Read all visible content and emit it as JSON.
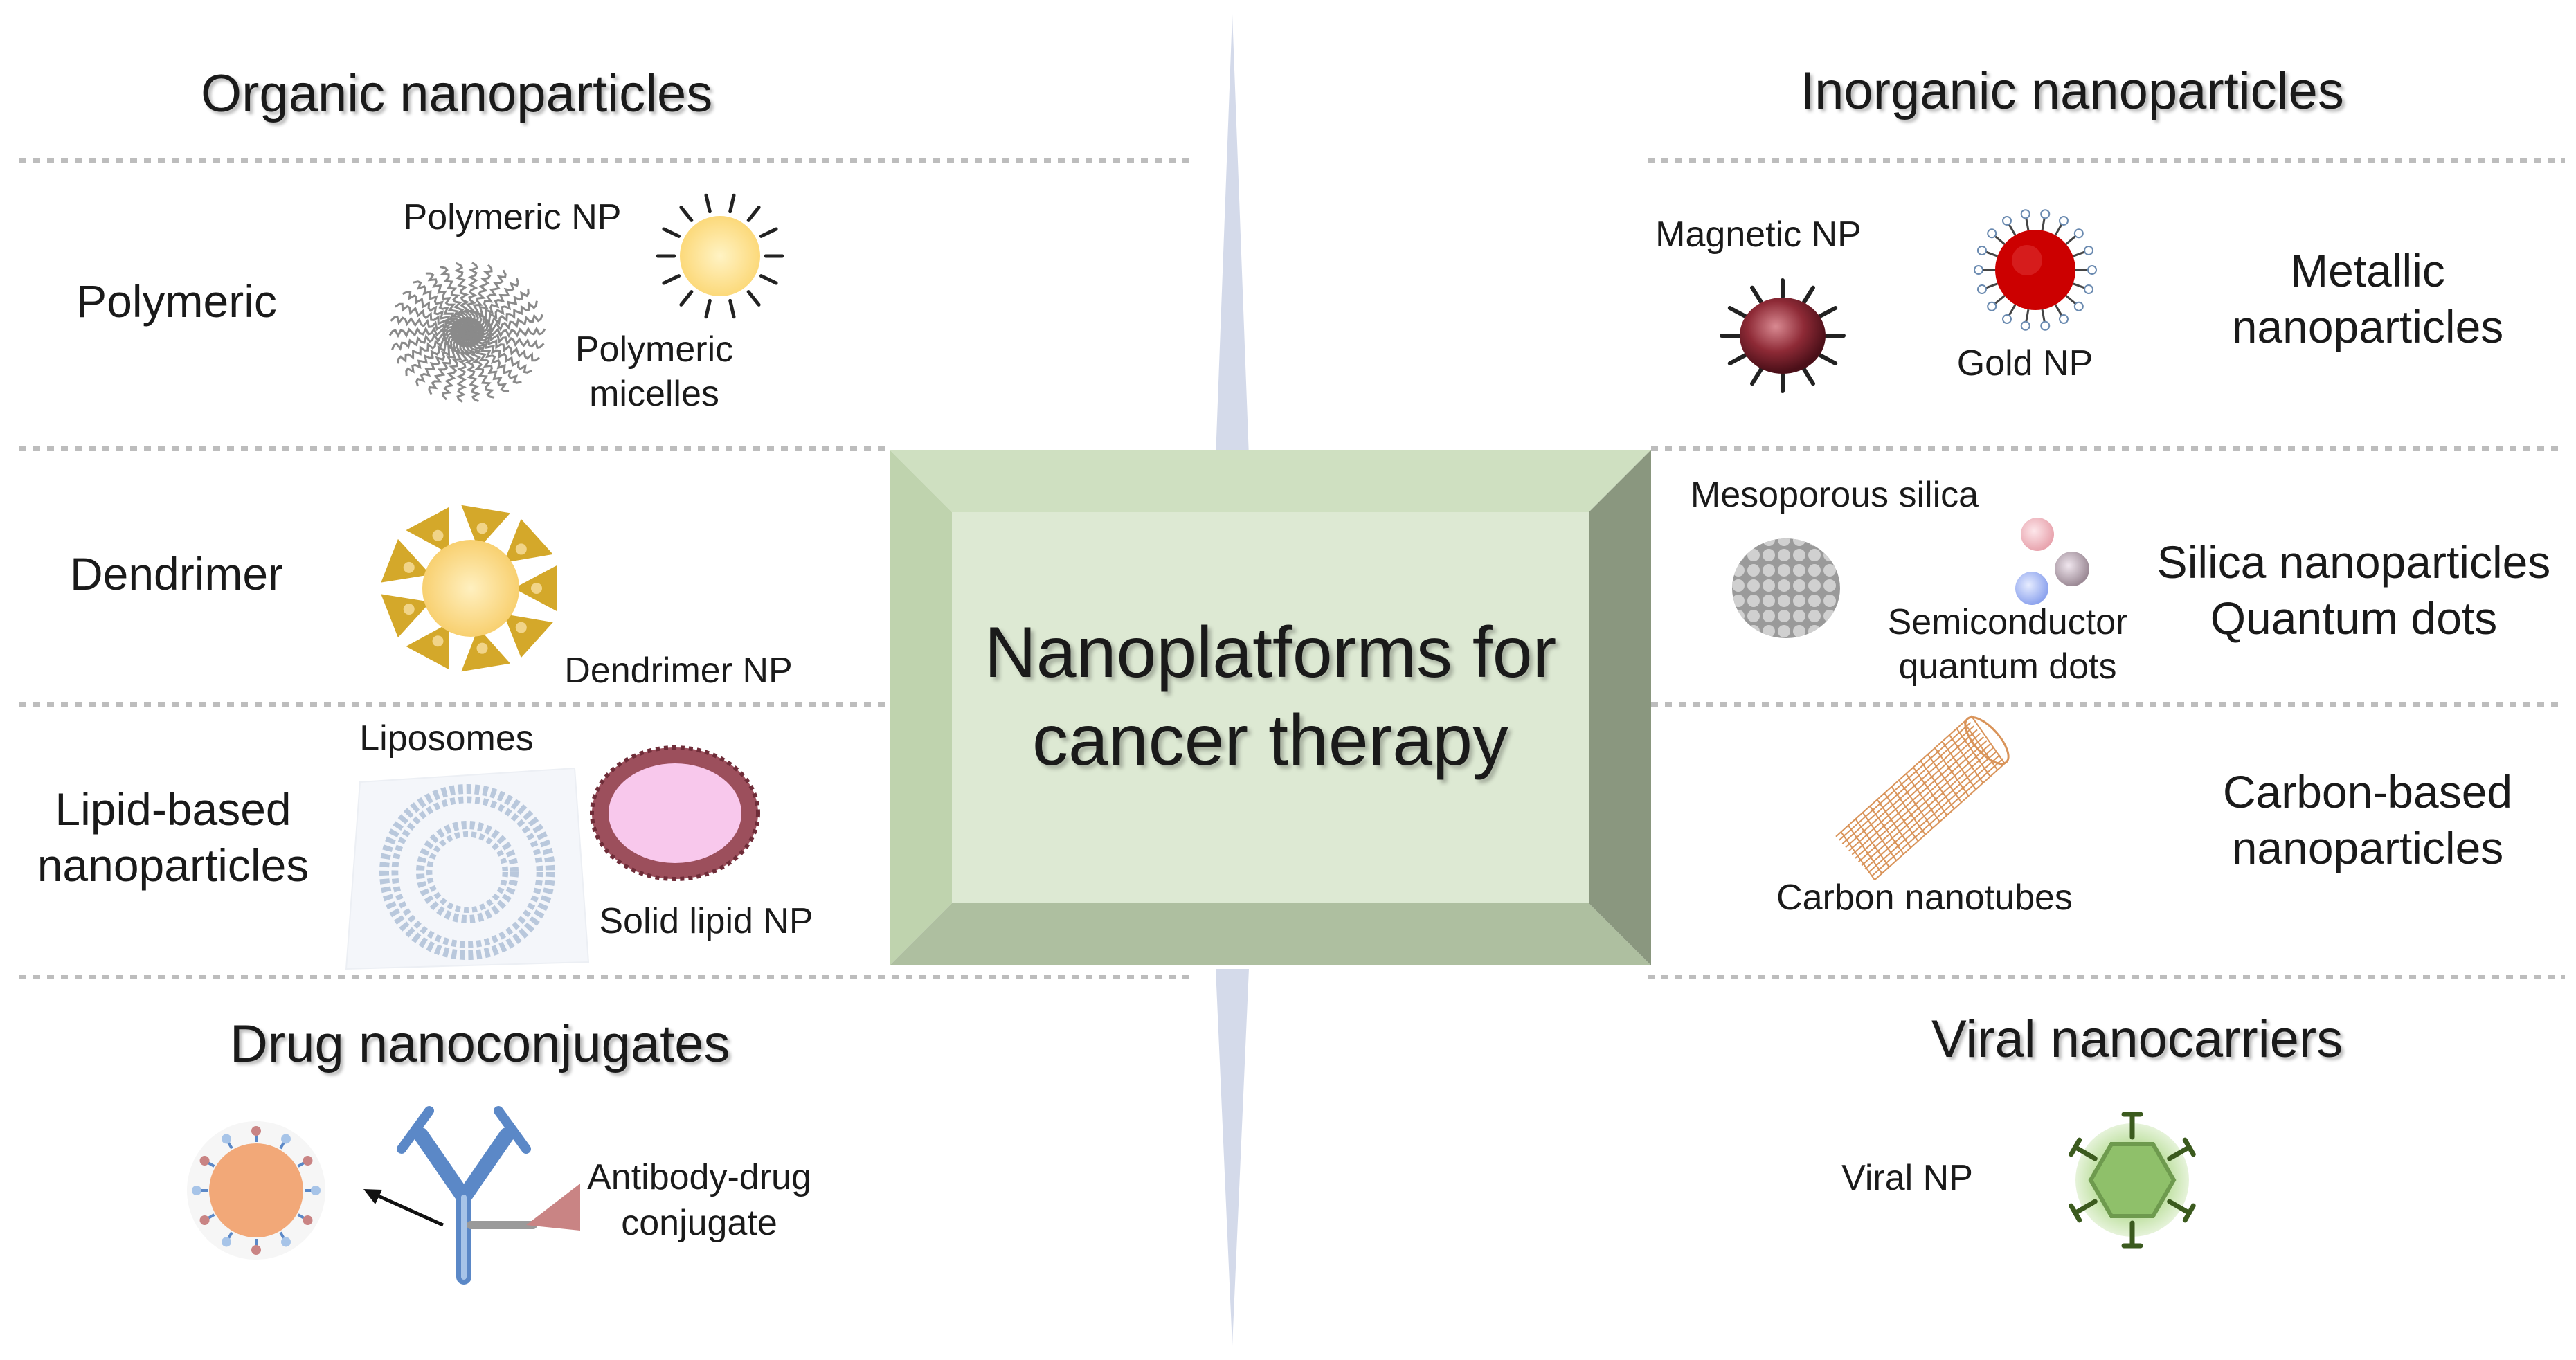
{
  "center": {
    "line1": "Nanoplatforms for",
    "line2": "cancer therapy"
  },
  "sections": {
    "organic": {
      "heading": "Organic nanoparticles"
    },
    "inorganic": {
      "heading": "Inorganic nanoparticles"
    },
    "drug_conjugates": {
      "heading": "Drug nanoconjugates"
    },
    "viral": {
      "heading": "Viral nanocarriers"
    }
  },
  "categories": {
    "polymeric": "Polymeric",
    "dendrimer": "Dendrimer",
    "lipid_line1": "Lipid-based",
    "lipid_line2": "nanoparticles",
    "metallic_line1": "Metallic",
    "metallic_line2": "nanoparticles",
    "silica_line1": "Silica nanoparticles",
    "silica_line2": "Quantum dots",
    "carbon_line1": "Carbon-based",
    "carbon_line2": "nanoparticles"
  },
  "labels": {
    "polymeric_np": "Polymeric NP",
    "polymeric_micelles_line1": "Polymeric",
    "polymeric_micelles_line2": "micelles",
    "dendrimer_np": "Dendrimer NP",
    "liposomes": "Liposomes",
    "solid_lipid_np": "Solid lipid NP",
    "adc_line1": "Antibody-drug",
    "adc_line2": "conjugate",
    "magnetic_np": "Magnetic NP",
    "gold_np": "Gold NP",
    "mesoporous_silica": "Mesoporous silica",
    "semiconductor_line1": "Semiconductor",
    "semiconductor_line2": "quantum dots",
    "carbon_nanotubes": "Carbon nanotubes",
    "viral_np": "Viral NP"
  },
  "colors": {
    "center_face": "#dde9d3",
    "center_bevel_top": "#cfe0c1",
    "center_bevel_left": "#bfd3ae",
    "center_bevel_right": "#8a977f",
    "center_bevel_bottom": "#aebfa0",
    "spike": "#d4daea",
    "divider": "#bdbdbd",
    "micelle_core": "#fcd97a",
    "dendrimer_gold": "#d4a82a",
    "liposome": "#b9c8dc",
    "solid_lipid_core": "#f8c8ec",
    "solid_lipid_shell": "#9c4f5c",
    "magnetic": "#8e2a36",
    "gold_np": "#cc0000",
    "silica": "#9a9a9a",
    "nanotube": "#d9945a",
    "drug_core": "#f2a878",
    "antibody": "#5b88c7",
    "drug_triangle": "#c98484",
    "viral_core": "#8fc06a"
  },
  "icons": [
    "polymer-coil-icon",
    "polymeric-micelle-icon",
    "dendrimer-icon",
    "liposome-icon",
    "solid-lipid-np-icon",
    "drug-nanoconjugate-icon",
    "antibody-drug-conjugate-icon",
    "magnetic-np-icon",
    "gold-np-icon",
    "mesoporous-silica-icon",
    "quantum-dots-icon",
    "carbon-nanotube-icon",
    "viral-np-icon"
  ]
}
